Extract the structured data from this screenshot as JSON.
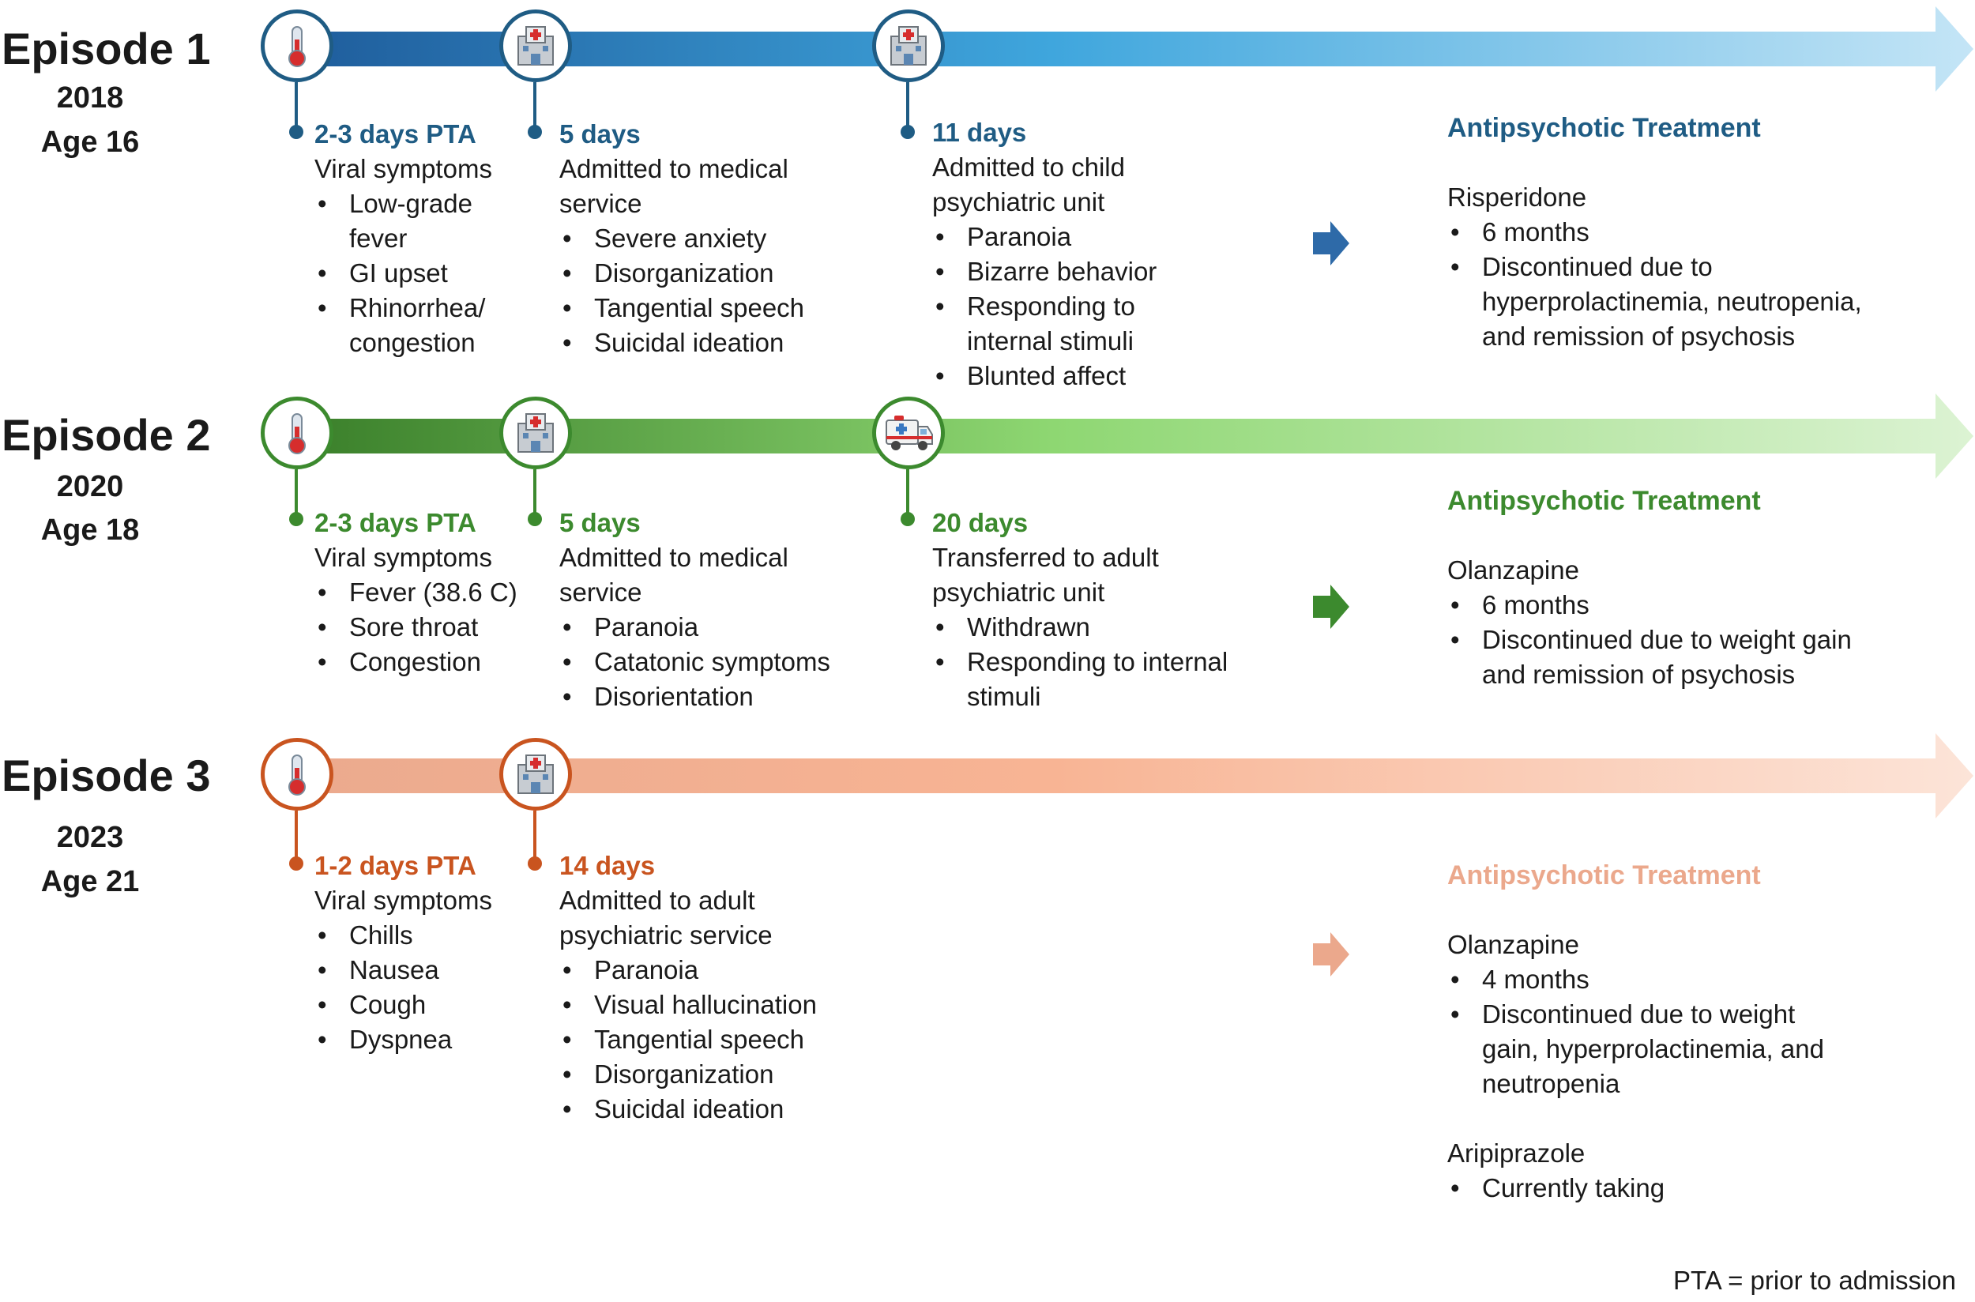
{
  "footnote": "PTA = prior to admission",
  "episodes": [
    {
      "title": "Episode 1",
      "year": "2018",
      "age": "Age 16",
      "color": "#2E6AA8",
      "arrow_from": "#1F5D9C",
      "arrow_to": "#C4E5F6",
      "events": [
        {
          "icon": "thermometer-icon",
          "time": "2-3 days PTA",
          "desc": "Viral symptoms",
          "items": [
            "Low-grade fever",
            "GI upset",
            "Rhinorrhea/ congestion"
          ]
        },
        {
          "icon": "hospital-icon",
          "time": "5 days",
          "desc": "Admitted to medical service",
          "items": [
            "Severe anxiety",
            "Disorganization",
            "Tangential speech",
            "Suicidal ideation"
          ]
        },
        {
          "icon": "hospital-icon",
          "time": "11 days",
          "desc": "Admitted to child psychiatric unit",
          "items": [
            "Paranoia",
            "Bizarre behavior",
            "Responding to internal stimuli",
            "Blunted affect"
          ]
        }
      ],
      "treatment": {
        "title": "Antipsychotic Treatment",
        "title_color": "#1F5C84",
        "drugs": [
          {
            "name": "Risperidone",
            "items": [
              "6 months",
              "Discontinued due to hyperprolactinemia, neutropenia, and remission of psychosis"
            ]
          }
        ]
      }
    },
    {
      "title": "Episode 2",
      "year": "2020",
      "age": "Age 18",
      "color": "#3C8A2E",
      "arrow_from": "#3A7F2A",
      "arrow_to": "#D8F2CF",
      "events": [
        {
          "icon": "thermometer-icon",
          "time": "2-3 days PTA",
          "desc": "Viral symptoms",
          "items": [
            "Fever (38.6 C)",
            "Sore throat",
            "Congestion"
          ]
        },
        {
          "icon": "hospital-icon",
          "time": "5 days",
          "desc": "Admitted to medical service",
          "items": [
            "Paranoia",
            "Catatonic symptoms",
            "Disorientation"
          ]
        },
        {
          "icon": "ambulance-icon",
          "time": "20 days",
          "desc": "Transferred to adult psychiatric unit",
          "items": [
            "Withdrawn",
            "Responding to internal stimuli"
          ]
        }
      ],
      "treatment": {
        "title": "Antipsychotic Treatment",
        "title_color": "#3C8A2E",
        "drugs": [
          {
            "name": "Olanzapine",
            "items": [
              "6 months",
              "Discontinued due to weight gain and remission of psychosis"
            ]
          }
        ]
      }
    },
    {
      "title": "Episode 3",
      "year": "2023",
      "age": "Age 21",
      "color": "#C9541F",
      "arrow_from": "#E7A485",
      "arrow_to": "#FBE2D6",
      "events": [
        {
          "icon": "thermometer-icon",
          "time": "1-2 days PTA",
          "desc": "Viral symptoms",
          "items": [
            "Chills",
            "Nausea",
            "Cough",
            "Dyspnea"
          ]
        },
        {
          "icon": "hospital-icon",
          "time": "14 days",
          "desc": "Admitted to adult psychiatric service",
          "items": [
            "Paranoia",
            "Visual hallucination",
            "Tangential speech",
            "Disorganization",
            "Suicidal ideation"
          ]
        }
      ],
      "treatment": {
        "title": "Antipsychotic Treatment",
        "title_color": "#EBA88C",
        "drugs": [
          {
            "name": "Olanzapine",
            "items": [
              "4 months",
              "Discontinued due to weight gain, hyperprolactinemia, and neutropenia"
            ]
          },
          {
            "name": "Aripiprazole",
            "items": [
              "Currently taking"
            ]
          }
        ]
      }
    }
  ]
}
